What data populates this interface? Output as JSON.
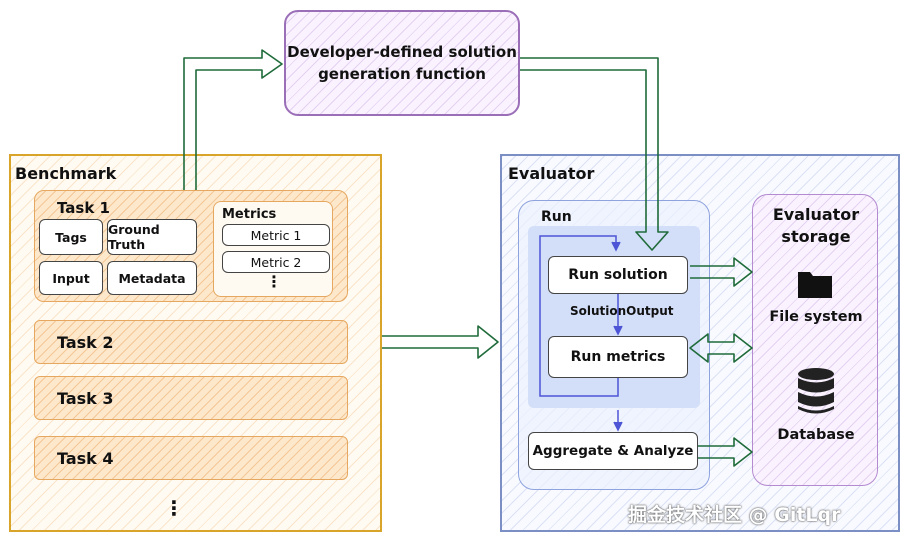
{
  "top_function": {
    "line1": "Developer-defined solution",
    "line2": "generation function"
  },
  "benchmark": {
    "title": "Benchmark",
    "task1": {
      "title": "Task 1",
      "fields": {
        "tags": "Tags",
        "ground_truth": "Ground Truth",
        "input": "Input",
        "metadata": "Metadata"
      },
      "metrics": {
        "title": "Metrics",
        "items": [
          "Metric 1",
          "Metric 2"
        ],
        "more": "⋮"
      }
    },
    "tasks": [
      "Task 2",
      "Task 3",
      "Task 4"
    ],
    "more": "⋮"
  },
  "evaluator": {
    "title": "Evaluator",
    "run": {
      "title": "Run",
      "run_solution": "Run solution",
      "solution_output": "SolutionOutput",
      "run_metrics": "Run metrics"
    },
    "aggregate": "Aggregate & Analyze",
    "storage": {
      "title_line1": "Evaluator",
      "title_line2": "storage",
      "file_system": "File system",
      "database": "Database"
    }
  },
  "watermark": "掘金技术社区 @ GitLqr",
  "colors": {
    "benchmark_border": "#d9a42a",
    "evaluator_border": "#7b8fc4",
    "function_border": "#9b6fb8",
    "arrow_green": "#1f6b3a",
    "run_arrow_blue": "#4d55d6"
  }
}
